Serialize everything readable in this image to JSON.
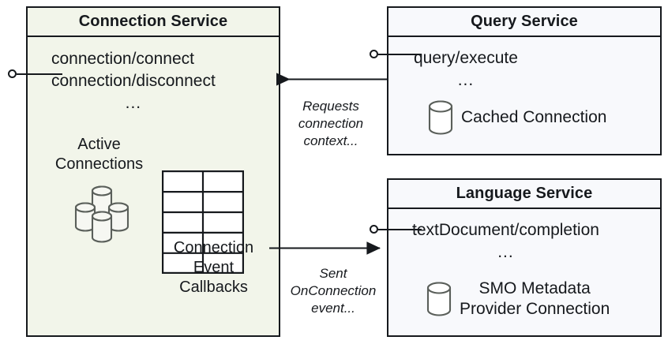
{
  "diagram": {
    "colors": {
      "connection_service_fill": "#f2f5ea",
      "service_fill": "#f8f9fc",
      "stroke": "#16191d",
      "icon_stroke": "#5a5f5a",
      "background": "#ffffff"
    },
    "components": [
      {
        "id": "connection-service",
        "title": "Connection Service",
        "endpoints": [
          "connection/connect",
          "connection/disconnect"
        ],
        "ellipsis": "...",
        "internals": [
          {
            "label": "Active\nConnections",
            "label_line1": "Active",
            "label_line2": "Connections",
            "icon": "database-cluster-icon"
          },
          {
            "label_line1": "Connection",
            "label_line2": "Event",
            "label_line3": "Callbacks",
            "icon": "table-grid-icon"
          }
        ],
        "interface_connector": "provided-interface-lollipop"
      },
      {
        "id": "query-service",
        "title": "Query Service",
        "endpoints": [
          "query/execute"
        ],
        "ellipsis": "...",
        "artifact": {
          "label": "Cached Connection",
          "icon": "database-cylinder-icon"
        },
        "interface_connector": "provided-interface-lollipop"
      },
      {
        "id": "language-service",
        "title": "Language Service",
        "endpoints": [
          "textDocument/completion"
        ],
        "ellipsis": "...",
        "artifact": {
          "label_line1": "SMO Metadata",
          "label_line2": "Provider Connection",
          "icon": "database-cylinder-icon"
        },
        "interface_connector": "provided-interface-lollipop"
      }
    ],
    "arrows": [
      {
        "id": "requests-connection-context",
        "from": "query-service",
        "to": "connection-service",
        "direction": "left",
        "label_line1": "Requests",
        "label_line2": "connection",
        "label_line3": "context..."
      },
      {
        "id": "sent-onconnection-event",
        "from": "connection-service",
        "to": "language-service",
        "direction": "right",
        "label_line1": "Sent",
        "label_line2": "OnConnection",
        "label_line3": "event..."
      }
    ]
  }
}
